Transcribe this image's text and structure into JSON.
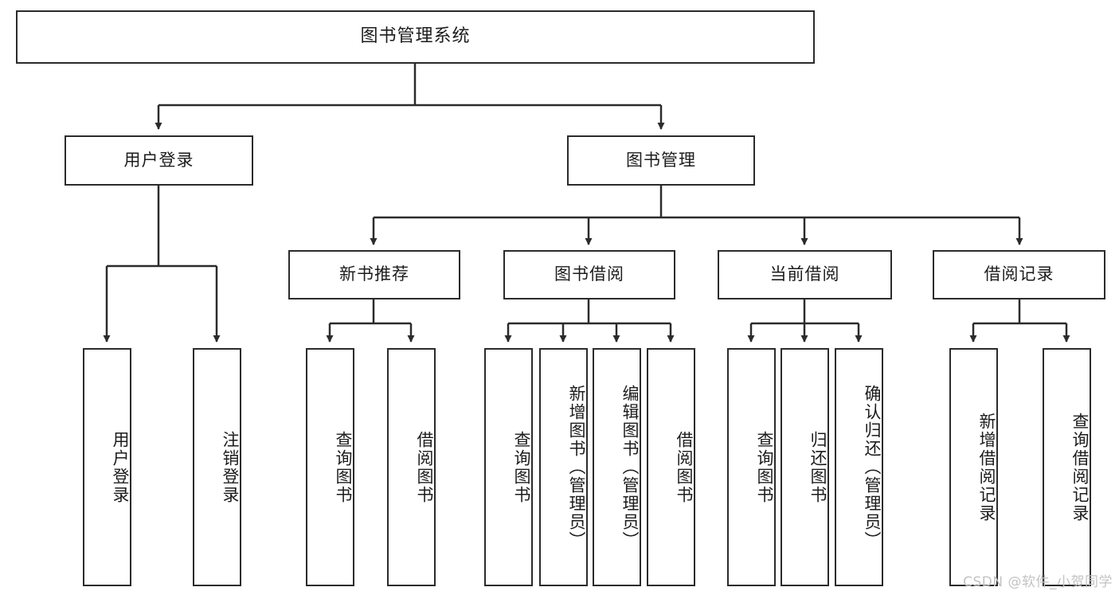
{
  "diagram": {
    "title": "图书管理系统",
    "type": "hierarchy-tree",
    "watermark": "CSDN @软件_小贺同学",
    "colors": {
      "stroke": "#2b2b2b",
      "box_fill": "#ffffff",
      "text": "#1c1c1c",
      "background": "#ffffff",
      "watermark": "#c3c3c3"
    },
    "root": {
      "label": "图书管理系统"
    },
    "level2": [
      {
        "label": "用户登录"
      },
      {
        "label": "图书管理"
      }
    ],
    "level3": [
      {
        "label": "新书推荐"
      },
      {
        "label": "图书借阅"
      },
      {
        "label": "当前借阅"
      },
      {
        "label": "借阅记录"
      }
    ],
    "leaves": {
      "user_login": [
        {
          "label": "用户登录"
        },
        {
          "label": "注销登录"
        }
      ],
      "new_book": [
        {
          "label": "查询图书"
        },
        {
          "label": "借阅图书"
        }
      ],
      "book_borrow": [
        {
          "label": "查询图书"
        },
        {
          "label": "新增图书（管理员）"
        },
        {
          "label": "编辑图书（管理员）"
        },
        {
          "label": "借阅图书"
        }
      ],
      "current_borrow": [
        {
          "label": "查询图书"
        },
        {
          "label": "归还图书"
        },
        {
          "label": "确认归还（管理员）"
        }
      ],
      "borrow_record": [
        {
          "label": "新增借阅记录"
        },
        {
          "label": "查询借阅记录"
        }
      ]
    }
  }
}
